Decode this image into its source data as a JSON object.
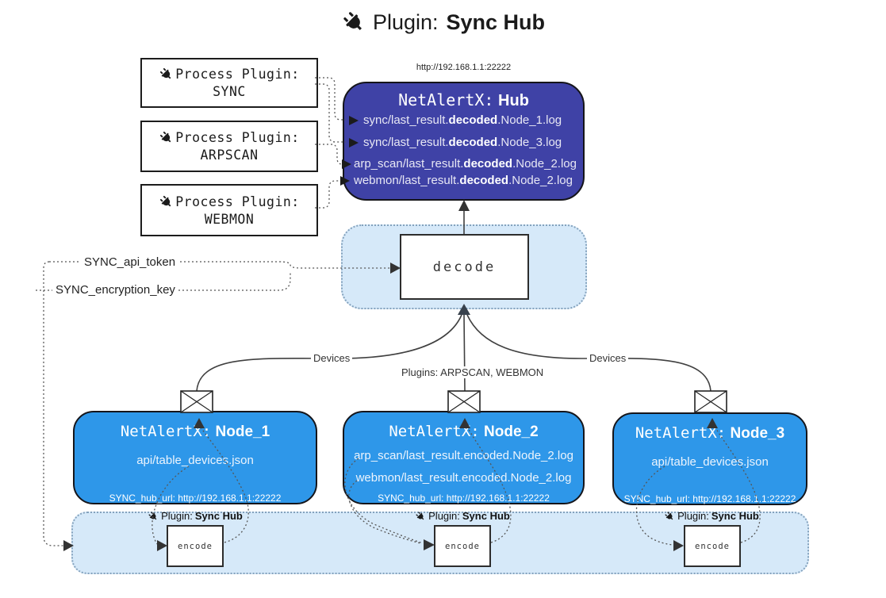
{
  "title": {
    "prefix": "Plugin:",
    "name": "Sync Hub"
  },
  "hub": {
    "url": "http://192.168.1.1:22222",
    "name_prefix": "NetAlertX:",
    "name": "Hub",
    "lines": [
      {
        "pre": "sync/last_result.",
        "bold": "decoded",
        "post": ".Node_1.log"
      },
      {
        "pre": "sync/last_result.",
        "bold": "decoded",
        "post": ".Node_3.log"
      },
      {
        "pre": "arp_scan/last_result.",
        "bold": "decoded",
        "post": ".Node_2.log"
      },
      {
        "pre": "webmon/last_result.",
        "bold": "decoded",
        "post": ".Node_2.log"
      }
    ]
  },
  "process_plugins": [
    {
      "label": "Process Plugin:",
      "name": "SYNC"
    },
    {
      "label": "Process Plugin:",
      "name": "ARPSCAN"
    },
    {
      "label": "Process Plugin:",
      "name": "WEBMON"
    }
  ],
  "decode": {
    "label": "decode"
  },
  "tokens": {
    "api_token": "SYNC_api_token",
    "encryption_key": "SYNC_encryption_key"
  },
  "edges": {
    "left": "Devices",
    "center": "Plugins: ARPSCAN, WEBMON",
    "right": "Devices"
  },
  "nodes": [
    {
      "name_prefix": "NetAlertX:",
      "name": "Node_1",
      "files": [
        "api/table_devices.json"
      ],
      "hub_url": "SYNC_hub_url: http://192.168.1.1:22222"
    },
    {
      "name_prefix": "NetAlertX:",
      "name": "Node_2",
      "files": [
        "arp_scan/last_result.encoded.Node_2.log",
        "webmon/last_result.encoded.Node_2.log"
      ],
      "hub_url": "SYNC_hub_url: http://192.168.1.1:22222"
    },
    {
      "name_prefix": "NetAlertX:",
      "name": "Node_3",
      "files": [
        "api/table_devices.json"
      ],
      "hub_url": "SYNC_hub_url: http://192.168.1.1:22222"
    }
  ],
  "encoders": [
    {
      "plugin_prefix": "Plugin:",
      "plugin_name": "Sync Hub",
      "label": "encode"
    },
    {
      "plugin_prefix": "Plugin:",
      "plugin_name": "Sync Hub",
      "label": "encode"
    },
    {
      "plugin_prefix": "Plugin:",
      "plugin_name": "Sync Hub",
      "label": "encode"
    }
  ],
  "colors": {
    "hub_fill": "#3f42a6",
    "node_fill": "#2e97e9",
    "panel_fill": "#d6e9f9",
    "box_border": "#1c1c1c",
    "connector": "#555555"
  }
}
